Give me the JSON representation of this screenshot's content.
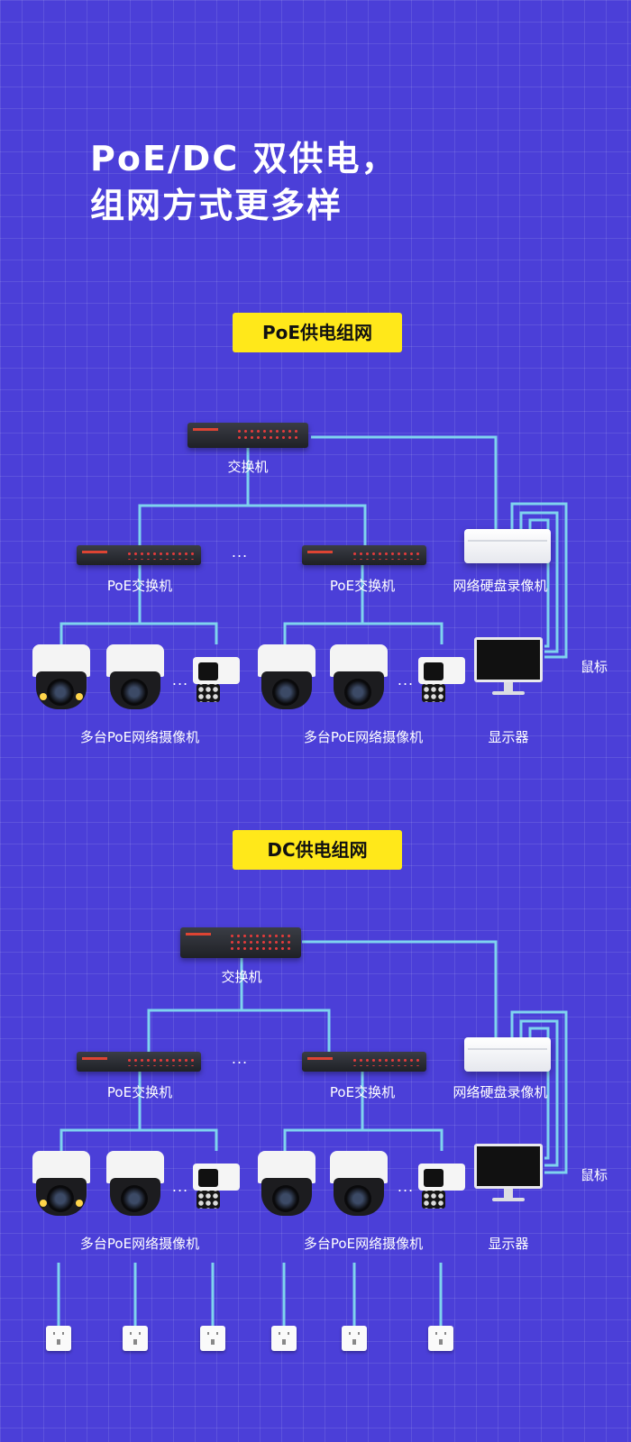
{
  "headline": {
    "line1": "PoE/DC 双供电，",
    "line2": "组网方式更多样"
  },
  "colors": {
    "background": "#4b3fd8",
    "badge": "#ffe81a",
    "wire": "#7fd3ee"
  },
  "sections": [
    {
      "badge": "PoE供电组网",
      "core_switch": "交换机",
      "poe_switch_left": "PoE交换机",
      "poe_switch_right": "PoE交换机",
      "switch_ellipsis": "...",
      "nvr": "网络硬盘录像机",
      "mouse": "鼠标",
      "monitor": "显示器",
      "cameras_left": "多台PoE网络摄像机",
      "cameras_right": "多台PoE网络摄像机",
      "camera_ellipsis": "..."
    },
    {
      "badge": "DC供电组网",
      "core_switch": "交换机",
      "poe_switch_left": "PoE交换机",
      "poe_switch_right": "PoE交换机",
      "switch_ellipsis": "...",
      "nvr": "网络硬盘录像机",
      "mouse": "鼠标",
      "monitor": "显示器",
      "cameras_left": "多台PoE网络摄像机",
      "cameras_right": "多台PoE网络摄像机",
      "camera_ellipsis": "...",
      "power_outlet_icon": "power-outlet-icon"
    }
  ]
}
